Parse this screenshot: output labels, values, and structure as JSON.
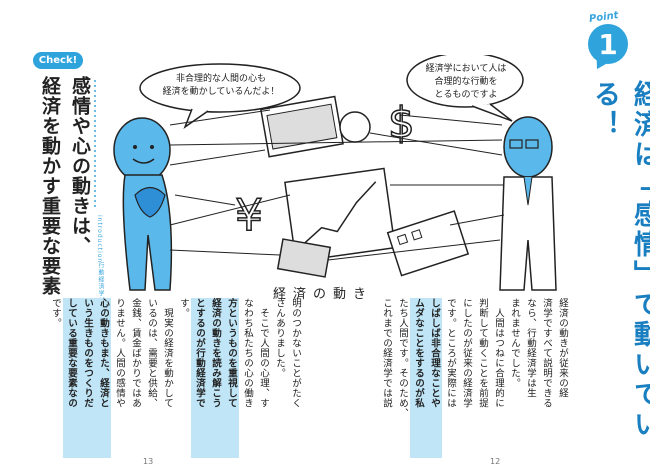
{
  "right_page": {
    "point_label": "Point",
    "point_number": "1",
    "title": "経済は「感情」で動いている！",
    "page_number": "12"
  },
  "left_page": {
    "check_label": "Check!",
    "check_lines": [
      "感情や心の動きは、",
      "経済を動かす重要な要素"
    ],
    "side_en": "introduction",
    "side_jp": "行動経済学がわかる4つのポイント",
    "page_number": "13"
  },
  "illustration": {
    "caption": "経済の動き",
    "bubble_left": "非合理的な人間の心も\n経済を動かしているんだよ！",
    "bubble_right": "経済学において人は\n合理的な行動を\nとるものですよ"
  },
  "right_body": [
    {
      "t": "経済の動きが従来の経",
      "hl": false
    },
    {
      "t": "済学ですべて説明できる",
      "hl": false
    },
    {
      "t": "なら、行動経済学は生",
      "hl": false
    },
    {
      "t": "まれませんでした。",
      "hl": false
    },
    {
      "t": "　人間はつねに合理的に",
      "hl": false
    },
    {
      "t": "判断して動くことを前提",
      "hl": false
    },
    {
      "t": "にしたのが従来の経済学",
      "hl": false
    },
    {
      "t": "です。ところが実際には",
      "hl": false
    },
    {
      "t": "しばしば非合理なことや",
      "hl": true
    },
    {
      "t": "ムダなことをするのが私",
      "hl": true
    },
    {
      "t": "たち人間です。そのため、",
      "hl": "part"
    },
    {
      "t": "これまでの経済学では説",
      "hl": false
    }
  ],
  "left_body": [
    {
      "t": "明のつかないことがたく",
      "hl": false
    },
    {
      "t": "さんありました。",
      "hl": false
    },
    {
      "t": "　そこで人間の心理、す",
      "hl": false
    },
    {
      "t": "なわち私たちの心の働き",
      "hl": "part"
    },
    {
      "t": "方というものを重視して",
      "hl": true
    },
    {
      "t": "経済の動きを読み解こう",
      "hl": true
    },
    {
      "t": "とするのが行動経済学で",
      "hl": true
    },
    {
      "t": "す。",
      "hl": false
    },
    {
      "t": "　現実の経済を動かして",
      "hl": false
    },
    {
      "t": "いるのは、需要と供給、",
      "hl": false
    },
    {
      "t": "金銭、賃金ばかりではあ",
      "hl": false
    },
    {
      "t": "りません。人間の感情や",
      "hl": "part"
    },
    {
      "t": "心の動きもまた、経済と",
      "hl": true
    },
    {
      "t": "いう生きものをつくりだ",
      "hl": true
    },
    {
      "t": "している重要な要素なの",
      "hl": true
    },
    {
      "t": "です。",
      "hl": false
    }
  ]
}
